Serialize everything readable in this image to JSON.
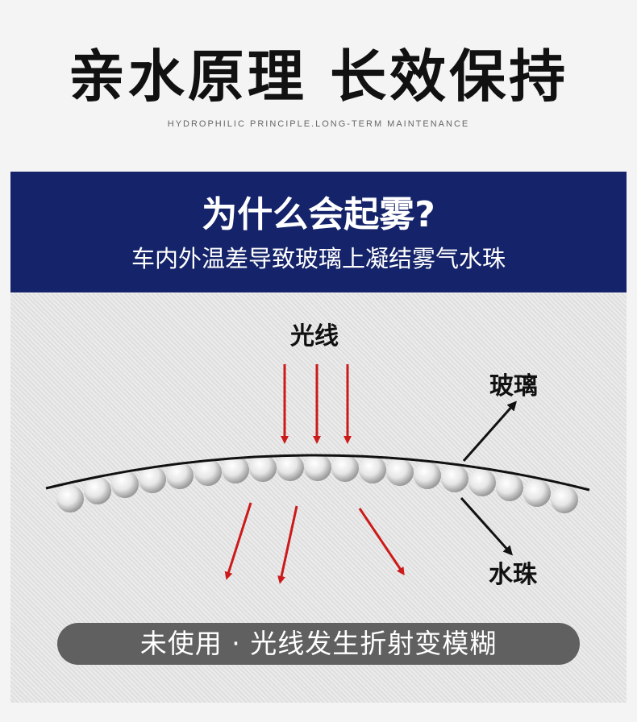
{
  "header": {
    "title": "亲水原理 长效保持",
    "subtitle": "HYDROPHILIC PRINCIPLE.LONG-TERM MAINTENANCE"
  },
  "banner": {
    "question": "为什么会起雾?",
    "description": "车内外温差导致玻璃上凝结雾气水珠"
  },
  "diagram": {
    "light_label": "光线",
    "glass_label": "玻璃",
    "droplet_label": "水珠",
    "arrow_color": "#cc1a1a",
    "pointer_color": "#111111"
  },
  "footer": {
    "caption": "未使用 · 光线发生折射变模糊"
  }
}
